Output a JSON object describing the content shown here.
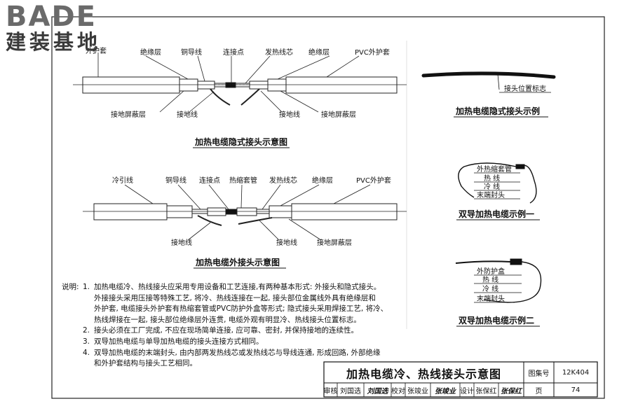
{
  "logo": {
    "latin": "BADE",
    "chinese": "建装基地"
  },
  "diagram1": {
    "title": "加热电缆隐式接头示意图",
    "top_labels": [
      "外护套",
      "绝缘层",
      "铜导线",
      "连接点",
      "发热线芯",
      "绝缘层",
      "PVC外护套"
    ],
    "bottom_labels": [
      "接地屏蔽层",
      "接地线",
      "接地线",
      "接地屏蔽层"
    ]
  },
  "diagram2": {
    "title": "加热电缆外接头示意图",
    "top_labels": [
      "冷引线",
      "铜导线",
      "连接点",
      "热缩套管",
      "发热线芯",
      "绝缘层",
      "PVC外护套"
    ],
    "bottom_labels": [
      "接地线",
      "接地线",
      "接地屏蔽层"
    ]
  },
  "example_hidden": {
    "label": "接头位置标志",
    "caption": "加热电缆隐式接头示例"
  },
  "example1": {
    "labels": [
      "外热缩套管",
      "热 线",
      "冷 线",
      "末端封头"
    ],
    "caption": "双导加热电缆示例一"
  },
  "example2": {
    "labels": [
      "外防护盒",
      "热 线",
      "冷 线",
      "末端封头"
    ],
    "caption": "双导加热电缆示例二"
  },
  "notes": {
    "lead": "说明:",
    "items": [
      {
        "num": "1.",
        "lines": [
          "加热电缆冷、热线接头应采用专用设备和工艺连接,有两种基本形式: 外接头和隐式接头。",
          "外接接头采用压接等特殊工艺, 将冷、热线连接在一起, 接头部位金属线外具有绝缘层和",
          "外护套, 电缆接头外护套有热缩套管或PVC防护外盒等形式; 隐式接头采用焊接工艺, 将冷、",
          "热线焊接在一起, 接头部位绝缘层外连贯, 电缆外观有明显冷、热线接头位置标志。"
        ]
      },
      {
        "num": "2.",
        "lines": [
          "接头必须在工厂完成, 不应在现场简单连接, 应可靠、密封, 并保持接地的连续性。"
        ]
      },
      {
        "num": "3.",
        "lines": [
          "双导加热电缆与单导加热电缆的接头连接方式相同。"
        ]
      },
      {
        "num": "4.",
        "lines": [
          "双导加热电缆的末端封头, 由内部两发热线芯或发热线芯与导线连通, 形成回路, 外部绝缘",
          "和外护套结构与接头工艺相同。"
        ]
      }
    ]
  },
  "title_block": {
    "title": "加热电缆冷、热线接头示意图",
    "atlas_label": "图集号",
    "atlas_no": "12K404",
    "review_label": "审核",
    "reviewer": "刘国选",
    "reviewer_sig": "刘国选",
    "check_label": "校对",
    "checker": "张竣业",
    "checker_sig": "张竣业",
    "design_label": "设计",
    "designer": "张保红",
    "designer_sig": "张保红",
    "page_label": "页",
    "page_no": "74"
  }
}
